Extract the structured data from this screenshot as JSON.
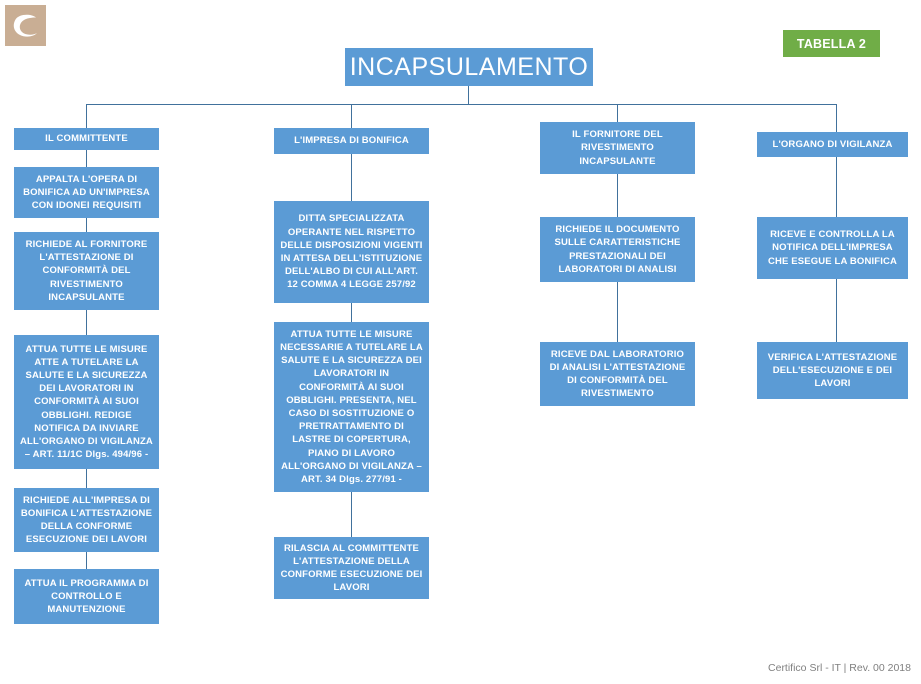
{
  "page": {
    "title": "INCAPSULAMENTO",
    "badge": "TABELLA 2",
    "footer": "Certifico Srl - IT | Rev. 00 2018",
    "logo_letter": "C"
  },
  "colors": {
    "node_blue": "#5B9BD5",
    "connector_blue": "#41719C",
    "badge_green": "#70AD47",
    "logo_tan": "#C9AE94",
    "text_white": "#FFFFFF",
    "footer_gray": "#808080"
  },
  "columns": [
    {
      "id": "committente",
      "header": "IL COMMITTENTE",
      "steps": [
        "APPALTA L'OPERA DI BONIFICA AD UN'IMPRESA CON IDONEI REQUISITI",
        "RICHIEDE AL FORNITORE L'ATTESTAZIONE DI CONFORMITÀ DEL RIVESTIMENTO INCAPSULANTE",
        "ATTUA TUTTE LE MISURE ATTE A  TUTELARE LA SALUTE E LA SICUREZZA DEI LAVORATORI IN CONFORMITÀ AI SUOI OBBLIGHI. REDIGE NOTIFICA DA INVIARE ALL'ORGANO DI VIGILANZA – ART. 11/1C  Dlgs. 494/96 -",
        "RICHIEDE ALL'IMPRESA DI BONIFICA L'ATTESTAZIONE DELLA CONFORME ESECUZIONE DEI LAVORI",
        "ATTUA IL PROGRAMMA DI CONTROLLO E MANUTENZIONE"
      ]
    },
    {
      "id": "impresa-bonifica",
      "header": "L'IMPRESA DI BONIFICA",
      "steps": [
        "DITTA SPECIALIZZATA OPERANTE NEL RISPETTO DELLE DISPOSIZIONI VIGENTI IN ATTESA DELL'ISTITUZIONE DELL'ALBO DI CUI ALL'ART. 12 COMMA 4 LEGGE 257/92",
        "ATTUA TUTTE LE MISURE NECESSARIE A TUTELARE LA SALUTE E LA  SICUREZZA DEI LAVORATORI IN CONFORMITÀ AI SUOI OBBLIGHI. PRESENTA, NEL CASO DI SOSTITUZIONE O PRETRATTAMENTO DI LASTRE DI COPERTURA, PIANO DI LAVORO ALL'ORGANO DI VIGILANZA – ART. 34 Dlgs. 277/91 -",
        "RILASCIA AL COMMITTENTE L'ATTESTAZIONE DELLA CONFORME ESECUZIONE DEI LAVORI"
      ]
    },
    {
      "id": "fornitore-rivestimento",
      "header": "IL FORNITORE DEL RIVESTIMENTO INCAPSULANTE",
      "steps": [
        "RICHIEDE IL DOCUMENTO SULLE CARATTERISTICHE PRESTAZIONALI DEI LABORATORI DI ANALISI",
        "RICEVE DAL LABORATORIO DI ANALISI L'ATTESTAZIONE DI CONFORMITÀ DEL RIVESTIMENTO"
      ]
    },
    {
      "id": "organo-vigilanza",
      "header": "L'ORGANO DI VIGILANZA",
      "steps": [
        "RICEVE E CONTROLLA LA NOTIFICA DELL'IMPRESA CHE ESEGUE LA BONIFICA",
        "VERIFICA L'ATTESTAZIONE DELL'ESECUZIONE E DEI LAVORI"
      ]
    }
  ]
}
